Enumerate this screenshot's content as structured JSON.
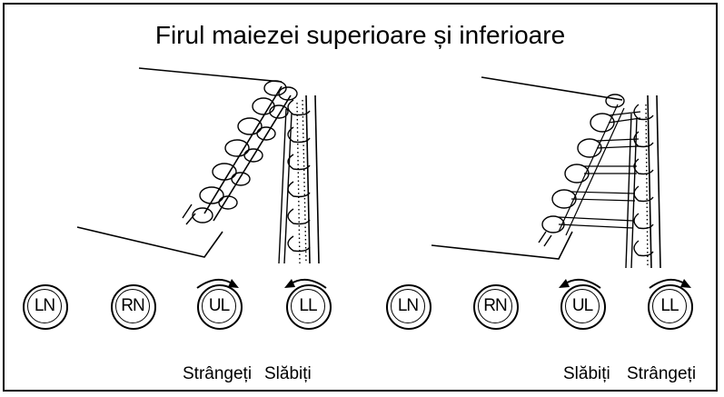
{
  "title": "Firul maiezei superioare și inferioare",
  "left_panel": {
    "dials": [
      "LN",
      "RN",
      "UL",
      "LL"
    ],
    "caption_ul": "Strângeți",
    "caption_ll": "Slăbiți",
    "ul_arrow": "clockwise",
    "ll_arrow": "counterclockwise"
  },
  "right_panel": {
    "dials": [
      "LN",
      "RN",
      "UL",
      "LL"
    ],
    "caption_ul": "Slăbiți",
    "caption_ll": "Strângeți",
    "ul_arrow": "counterclockwise",
    "ll_arrow": "clockwise"
  }
}
